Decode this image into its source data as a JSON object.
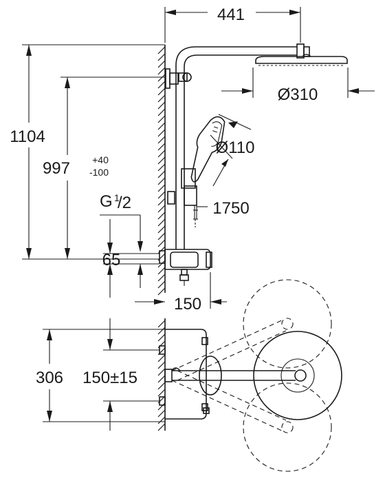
{
  "dimensions": {
    "d441": "441",
    "d310": "Ø310",
    "d1104": "1104",
    "d997": "997",
    "d997_upper_tol": "+40",
    "d997_lower_tol": "-100",
    "d110": "Ø110",
    "d1750": "1750",
    "thread_g": "G",
    "thread_num": "1",
    "thread_den": "/2",
    "d65": "65",
    "d150": "150",
    "d306": "306",
    "d150pm": "150±15"
  },
  "colors": {
    "line": "#1a1a1a",
    "background": "#ffffff"
  }
}
